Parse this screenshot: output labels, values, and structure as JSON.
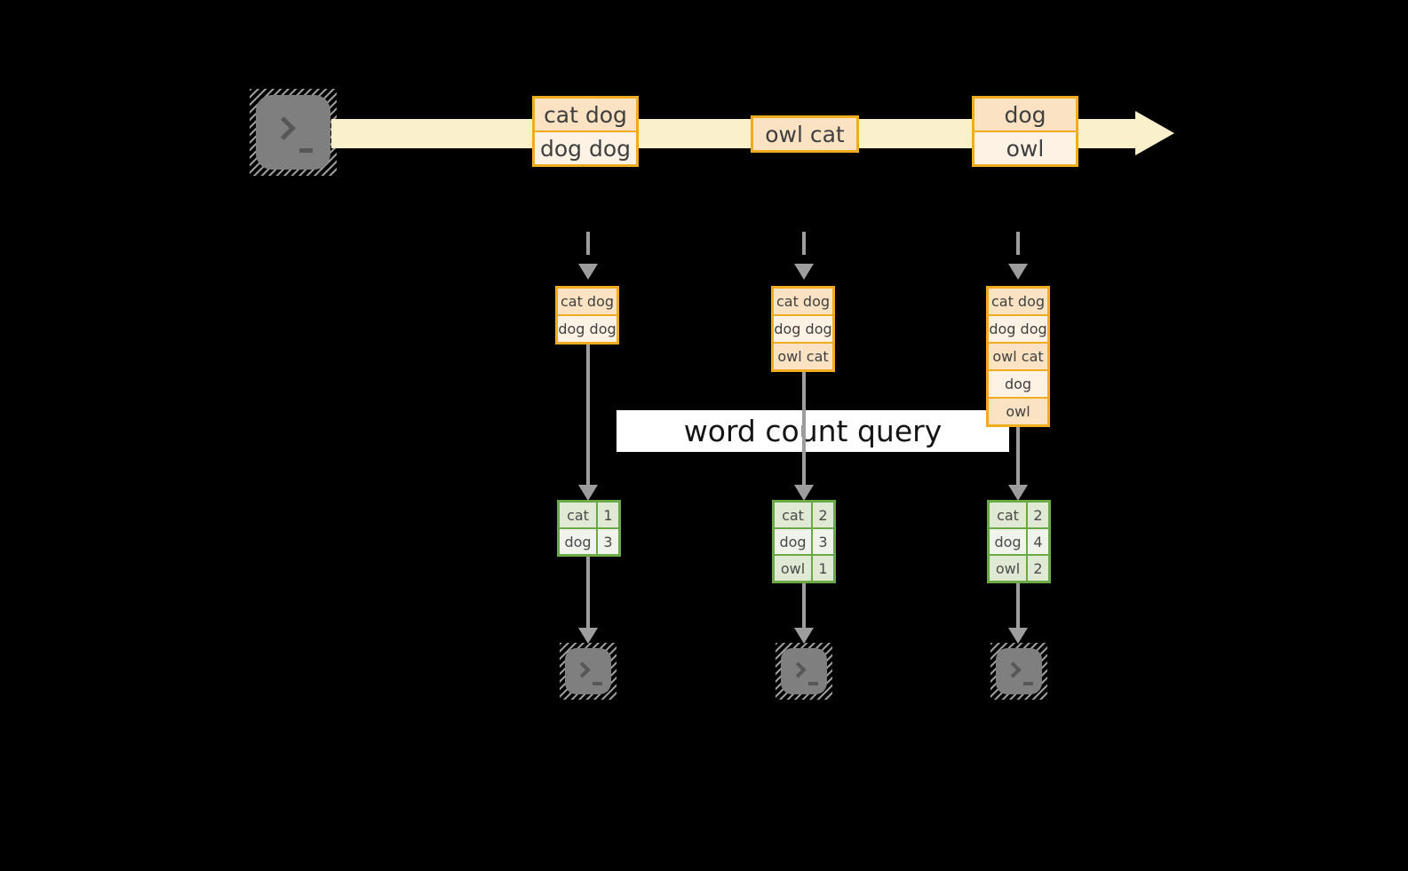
{
  "colors": {
    "bg": "#000000",
    "orange": "#f1ab1e",
    "peach_dark": "#fae2c2",
    "peach_light": "#fdf2e3",
    "stream": "#fbf0cc",
    "green": "#6aaa46",
    "green_dark": "#dfe9d3",
    "green_light": "#eff3e9",
    "arrow": "#9d9d9d",
    "terminal_fill": "#7f7f7f",
    "terminal_glyph": "#575757",
    "ink": "#3f3f3f",
    "query_bg": "#ffffff",
    "query_ink": "#141414"
  },
  "stream": {
    "events": [
      {
        "lines": [
          "cat dog",
          "dog dog"
        ]
      },
      {
        "lines": [
          "owl cat"
        ]
      },
      {
        "lines": [
          "dog",
          "owl"
        ]
      }
    ]
  },
  "query": {
    "label": "word count query"
  },
  "columns": [
    {
      "state": [
        "cat dog",
        "dog dog"
      ],
      "counts": [
        {
          "word": "cat",
          "count": 1
        },
        {
          "word": "dog",
          "count": 3
        }
      ]
    },
    {
      "state": [
        "cat dog",
        "dog dog",
        "owl cat"
      ],
      "counts": [
        {
          "word": "cat",
          "count": 2
        },
        {
          "word": "dog",
          "count": 3
        },
        {
          "word": "owl",
          "count": 1
        }
      ]
    },
    {
      "state": [
        "cat dog",
        "dog dog",
        "owl cat",
        "dog",
        "owl"
      ],
      "counts": [
        {
          "word": "cat",
          "count": 2
        },
        {
          "word": "dog",
          "count": 4
        },
        {
          "word": "owl",
          "count": 2
        }
      ]
    }
  ],
  "icons": {
    "source_terminal": "terminal-prompt-icon",
    "output_terminal": "terminal-prompt-icon",
    "stream_arrow": "right-arrow",
    "flow_arrow": "down-arrow"
  }
}
